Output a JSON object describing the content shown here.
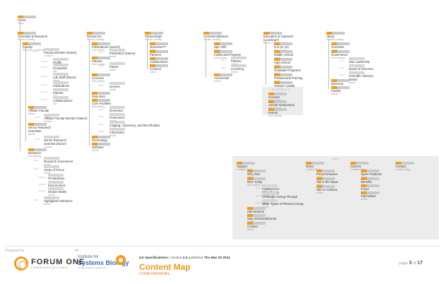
{
  "home": {
    "title": "Home",
    "sub": "Home"
  },
  "columns": [
    {
      "id": "sr",
      "title": "Scientists & Research",
      "sub": "Section Landing"
    },
    {
      "id": "res",
      "title": "Resources",
      "sub": "Section Landing"
    },
    {
      "id": "par",
      "title": "Partnerships",
      "sub": "Section Landing"
    },
    {
      "id": "com",
      "title": "Commercialization",
      "sub": "Section Landing"
    },
    {
      "id": "edu",
      "title": "Education & Outreach (Learning?)",
      "sub": "Section Landing"
    },
    {
      "id": "abt",
      "title": "About",
      "sub": "Section Landing"
    }
  ],
  "sr": {
    "faculty": {
      "title": "Faculty",
      "sub": "Subsection Landing"
    },
    "member": {
      "num": "2.1.1",
      "title": "Faculty Member (Name)",
      "sub": "Custom"
    },
    "m_items": [
      {
        "num": "2.1.1.1",
        "title": "Profile",
        "sub": "Tab"
      },
      {
        "num": "2.1.1.2",
        "title": "GroupHub",
        "sub": "Tab"
      },
      {
        "num": "2.1.1.3",
        "title": "Lab Staff (Name)",
        "sub": "Article"
      },
      {
        "num": "2.1.1.4",
        "title": "Publications",
        "sub": "Tab"
      },
      {
        "num": "2.1.1.5",
        "title": "Patents",
        "sub": "Tab"
      },
      {
        "num": "2.1.1.6",
        "title": "Collaborations",
        "sub": "Tab"
      }
    ],
    "affiliate": {
      "title": "Affiliate Faculty",
      "sub": "Article"
    },
    "affmember": {
      "num": "2.2.1",
      "title": "Affiliate Faculty Member (Name)",
      "sub": "Custom"
    },
    "senior": {
      "title": "Senior Research Scientists",
      "sub": "Article"
    },
    "srmember": {
      "num": "2.3.1",
      "title": "Senior Research Scientist (Name)",
      "sub": "Custom"
    },
    "research": {
      "title": "Research",
      "sub": "Sub-landing"
    },
    "r_items": [
      {
        "num": "2.4.1",
        "title": "Research Summaries",
        "sub": "Article"
      },
      {
        "num": "2.4.2",
        "title": "Areas of Focus",
        "sub": "Article"
      },
      {
        "num": "2.4.2.1",
        "title": "P4 Medicine",
        "sub": "Article"
      },
      {
        "num": "2.4.2.2",
        "title": "Environment",
        "sub": "Article"
      },
      {
        "num": "2.4.2.3",
        "title": "Global Health",
        "sub": "Article"
      },
      {
        "num": "2.4.3",
        "title": "Highlighted Initiatives",
        "sub": "Article"
      }
    ]
  },
  "res": {
    "items": [
      {
        "title": "Publications (search)",
        "sub": "Sub-landing"
      },
      {
        "num": "3.1.1",
        "title": "Publication (Name)",
        "sub": "Article"
      },
      {
        "title": "Patents",
        "sub": "Sub-landing"
      },
      {
        "num": "3.2.1",
        "title": "Patent",
        "sub": "Article"
      },
      {
        "title": "Licenses",
        "sub": "Sub-landing"
      },
      {
        "num": "3.3.1",
        "title": "License",
        "sub": "Article"
      },
      {
        "title": "Data Sets",
        "sub": "Article"
      },
      {
        "title": "Core Facilities",
        "sub": "Sub-landing"
      },
      {
        "num": "3.5.1",
        "title": "Genomics",
        "sub": "Article"
      },
      {
        "num": "3.5.2",
        "title": "Proteomics",
        "sub": "Article"
      },
      {
        "num": "3.5.3",
        "title": "Imaging, Cytometry, and Microfluidics",
        "sub": "Article"
      },
      {
        "num": "3.5.4",
        "title": "Informatics",
        "sub": "Article"
      },
      {
        "title": "Technology",
        "sub": "Article"
      },
      {
        "title": "Software",
        "sub": "Article"
      }
    ]
  },
  "par": {
    "items": [
      {
        "title": "Overview??",
        "sub": "Article"
      },
      {
        "title": "Partners",
        "sub": "Article"
      },
      {
        "title": "Collaborators",
        "sub": "Article"
      },
      {
        "title": "Connect",
        "sub": "Article"
      }
    ]
  },
  "com": {
    "items": [
      {
        "title": "Spin Offs",
        "sub": "Article"
      },
      {
        "title": "Intellectual Property",
        "sub": "Sub-landing"
      },
      {
        "num": "5.2.1",
        "title": "Patents",
        "sub": "Article"
      },
      {
        "num": "5.2.2",
        "title": "Licensing",
        "sub": "Article"
      },
      {
        "title": "Accelerator",
        "sub": "Article"
      }
    ]
  },
  "edu": {
    "items": [
      {
        "title": "K12 (K-12)",
        "sub": "Sub-landing"
      },
      {
        "title": "Middle School",
        "sub": "Article"
      },
      {
        "title": "High School",
        "sub": "Article"
      },
      {
        "title": "Graduate Programs",
        "sub": "Article"
      },
      {
        "title": "Postdoctoral Training",
        "sub": "Article"
      },
      {
        "title": "Venture Capital Fellowship",
        "sub": "Article"
      }
    ],
    "schedule_label": "SCHEDULE",
    "schedule": [
      {
        "title": "Courses",
        "sub": "Sub-landing"
      },
      {
        "title": "Annual Symposium",
        "sub": "Sub-landing"
      },
      {
        "title": "Events",
        "sub": "Sub-landing"
      }
    ]
  },
  "abt": {
    "items": [
      {
        "title": "Overview",
        "sub": "Article"
      },
      {
        "title": "Governance",
        "sub": "Sub-Landing"
      },
      {
        "num": "7.2.1",
        "title": "ISB Leadership",
        "sub": "Article"
      },
      {
        "num": "7.2.2",
        "title": "Board of Directors",
        "sub": "Article"
      },
      {
        "num": "7.2.3",
        "title": "Scientific Advisory Board",
        "sub": "Article"
      },
      {
        "title": "Directory",
        "sub": "Article"
      },
      {
        "title": "Facility",
        "sub": "Article"
      }
    ]
  },
  "aux": {
    "label": "AUX",
    "support": {
      "title": "Support",
      "sub": "Landing Page"
    },
    "s_items": [
      {
        "title": "Why Give",
        "sub": "Article"
      },
      {
        "title": "Give Today",
        "sub": "Sub-section Landing"
      },
      {
        "num": "A.1.1",
        "title": "Initiatives for Philanthropy",
        "sub": "Article"
      },
      {
        "num": "A.1.2",
        "title": "Charitable Giving Through Your Will",
        "sub": "Article"
      },
      {
        "num": "A.1.3",
        "title": "Other Types of Planned Giving",
        "sub": "Article"
      },
      {
        "title": "ISB Network",
        "sub": "Article"
      },
      {
        "title": "Stay Informed/Events",
        "sub": "Article"
      },
      {
        "title": "Contact",
        "sub": "Article"
      }
    ],
    "news": {
      "title": "News",
      "sub": "Landing Page"
    },
    "n_items": [
      {
        "title": "Press Releases",
        "sub": "Article"
      },
      {
        "title": "ISB in the News",
        "sub": "Article"
      },
      {
        "title": "ISB on Camera",
        "sub": "Article"
      }
    ],
    "careers": {
      "title": "Careers",
      "sub": "Landing Page"
    },
    "c_items": [
      {
        "title": "Open Positions",
        "sub": "Article"
      },
      {
        "title": "Benefits",
        "sub": "Article"
      },
      {
        "title": "FAQ's",
        "sub": "Article"
      },
      {
        "title": "Internships",
        "sub": "Article"
      }
    ],
    "contact": {
      "title": "Contact",
      "sub": "Landing Page"
    }
  },
  "footer": {
    "prepared_by": "Prepared by",
    "for": "for",
    "fo_name": "FORUM ONE",
    "fo_tag": "COMMUNICATIONS",
    "isb_l1": "Institute for",
    "isb_l2": "Systems Biology",
    "isb_l3": "Seeking solutions. Saving lives.",
    "spec_name": "UX Specifications",
    "spec_version_label": "Version",
    "spec_version": "2.3",
    "spec_published_label": "published",
    "spec_date": "Thu Mar 03 2011",
    "title": "Content Map",
    "conf": "CONFIDENTIAL",
    "page_label": "page",
    "page_num": "3",
    "page_of": "of",
    "page_total": "17"
  },
  "colors": {
    "accent": "#f39a1f",
    "box": "#c9c9c9",
    "panel": "#ececec"
  }
}
